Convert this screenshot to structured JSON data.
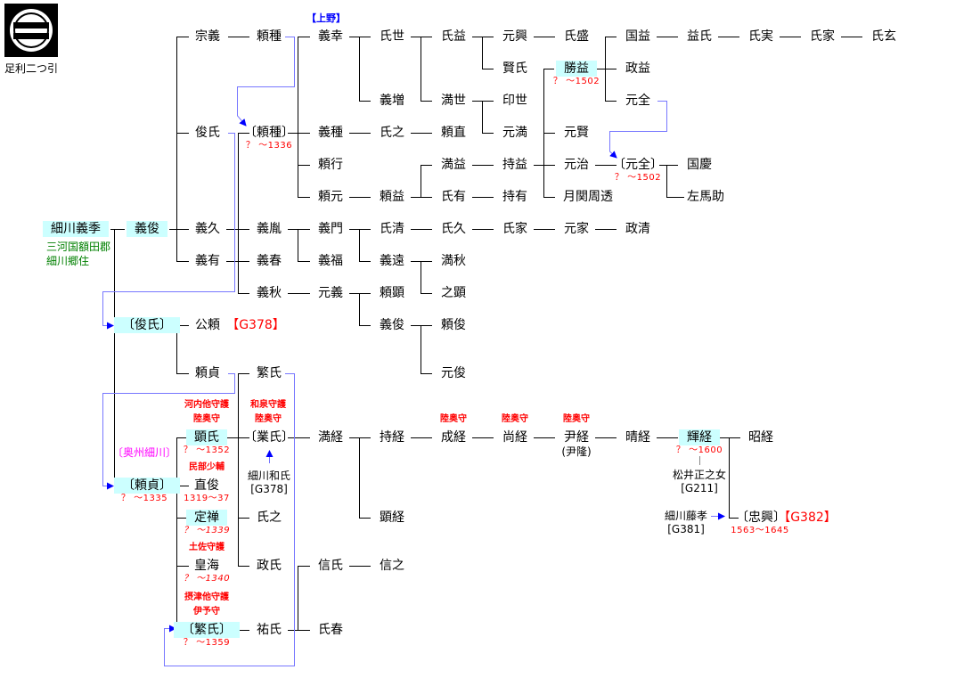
{
  "crest": {
    "label": "足利二つ引"
  },
  "people": [
    "宗義",
    "頼種",
    "義幸",
    "氏世",
    "氏益",
    "元興",
    "氏盛",
    "国益",
    "益氏",
    "氏実",
    "氏家",
    "氏玄",
    "賢氏",
    "勝益",
    "政益",
    "義増",
    "満世",
    "印世",
    "元全",
    "俊氏",
    "〔頼種〕",
    "義種",
    "氏之",
    "頼直",
    "元満",
    "元賢",
    "頼行",
    "満益",
    "持益",
    "元治",
    "〔元全〕",
    "国慶",
    "頼元",
    "頼益",
    "氏有",
    "持有",
    "月関周透",
    "左馬助",
    "細川義季",
    "義俊",
    "義久",
    "義胤",
    "義門",
    "氏清",
    "氏久",
    "氏家",
    "元家",
    "政清",
    "義有",
    "義春",
    "義福",
    "義遠",
    "満秋",
    "義秋",
    "元義",
    "頼顕",
    "之顕",
    "〔俊氏〕",
    "公頼",
    "義俊",
    "頼俊",
    "頼貞",
    "繁氏",
    "元俊",
    "顕氏",
    "〔業氏〕",
    "満経",
    "持経",
    "成経",
    "尚経",
    "尹経",
    "晴経",
    "輝経",
    "昭経",
    "〔頼貞〕",
    "直俊",
    "定禅",
    "氏之",
    "顕経",
    "〔忠興〕",
    "皇海",
    "政氏",
    "信氏",
    "信之",
    "〔繁氏〕",
    "祐氏",
    "氏春"
  ],
  "annotations": [
    "【上野】",
    "？ ～1502",
    "？ ～1336",
    "？ ～1502",
    "？ ～1352",
    "？ ～1600",
    "？ ～1335",
    "1319～37",
    "？ ～1339",
    "1563～1645",
    "？ ～1340",
    "？ ～1359",
    "河内他守護",
    "陸奥守",
    "和泉守護",
    "陸奥守",
    "陸奥守",
    "陸奥守",
    "陸奥守",
    "民部少輔",
    "土佐守護",
    "摂津他守護",
    "伊予守",
    "(尹隆)",
    "細川和氏",
    "[G378]",
    "松井正之女",
    "[G211]",
    "細川藤孝",
    "[G381]",
    "三河国額田郡",
    "細川郷住",
    "〔奥州細川〕",
    "【G378】",
    "【G382】"
  ],
  "colors": {
    "highlight": "#ccffff",
    "link": "#7777ff",
    "arrow": "#0000ff",
    "date": "#ff0000",
    "note_green": "#008000",
    "branch": "#ff00ff"
  }
}
